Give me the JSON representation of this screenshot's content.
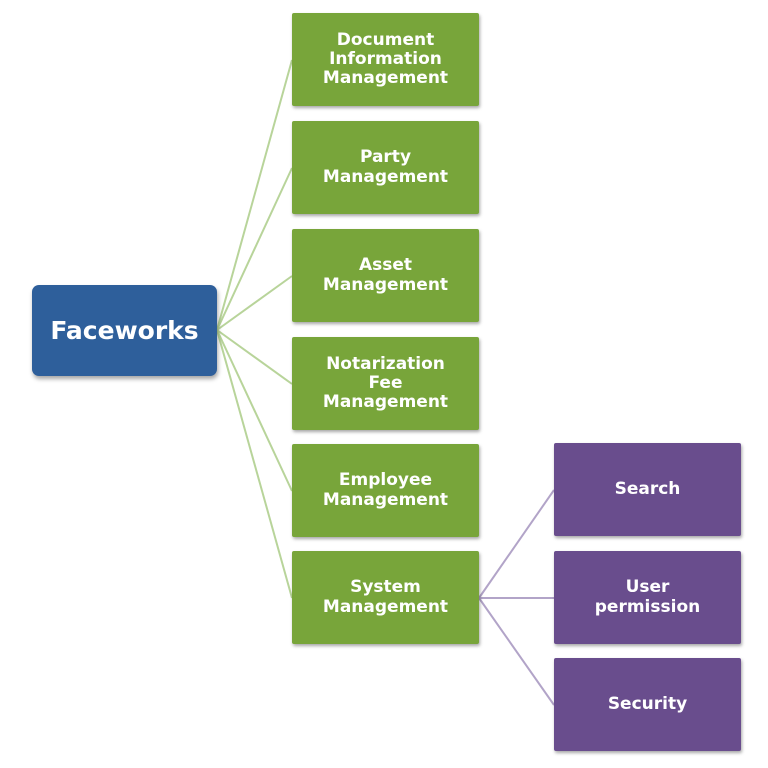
{
  "root": {
    "label": "Faceworks",
    "color": "#2e5f9b"
  },
  "modules": {
    "color": "#78a53a",
    "items": [
      {
        "label": "Document\nInformation\nManagement"
      },
      {
        "label": "Party\nManagement"
      },
      {
        "label": "Asset\nManagement"
      },
      {
        "label": "Notarization\nFee\nManagement"
      },
      {
        "label": "Employee\nManagement"
      },
      {
        "label": "System\nManagement"
      }
    ]
  },
  "system_submodules": {
    "color": "#694d8d",
    "items": [
      {
        "label": "Search"
      },
      {
        "label": "User\npermission"
      },
      {
        "label": "Security"
      }
    ]
  },
  "connector_colors": {
    "green": "#b8d49a",
    "purple": "#b2a4c8"
  }
}
